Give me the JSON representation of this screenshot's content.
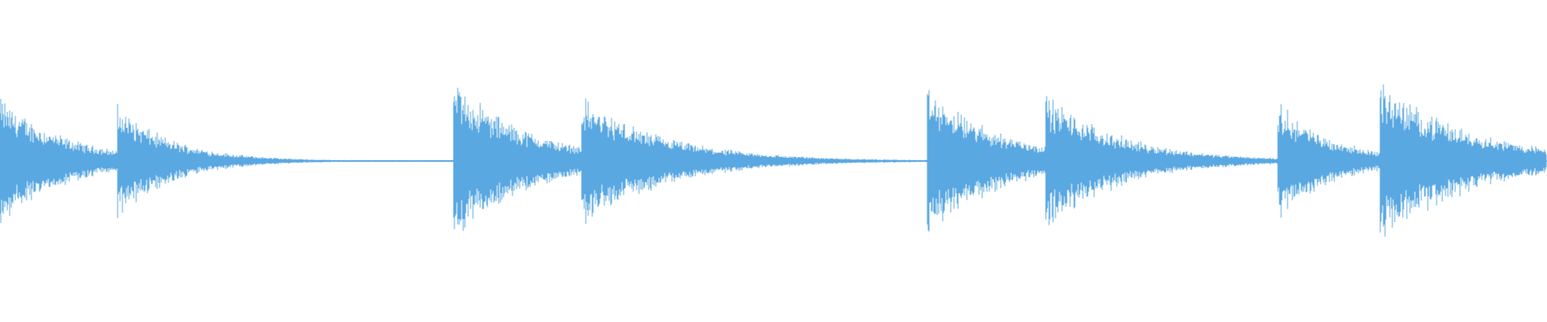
{
  "waveform": {
    "color": "#5aa8e2",
    "background": "#ffffff",
    "duration_fraction_hits": [
      {
        "start": 0.0,
        "peak": 0.55,
        "decay": 0.35
      },
      {
        "start": 0.076,
        "peak": 0.48,
        "decay": 0.3
      },
      {
        "start": 0.293,
        "peak": 0.7,
        "decay": 0.4
      },
      {
        "start": 0.376,
        "peak": 0.55,
        "decay": 0.45
      },
      {
        "start": 0.599,
        "peak": 0.62,
        "decay": 0.42
      },
      {
        "start": 0.676,
        "peak": 0.58,
        "decay": 0.4
      },
      {
        "start": 0.826,
        "peak": 0.5,
        "decay": 0.3
      },
      {
        "start": 0.892,
        "peak": 0.68,
        "decay": 0.5
      }
    ]
  }
}
